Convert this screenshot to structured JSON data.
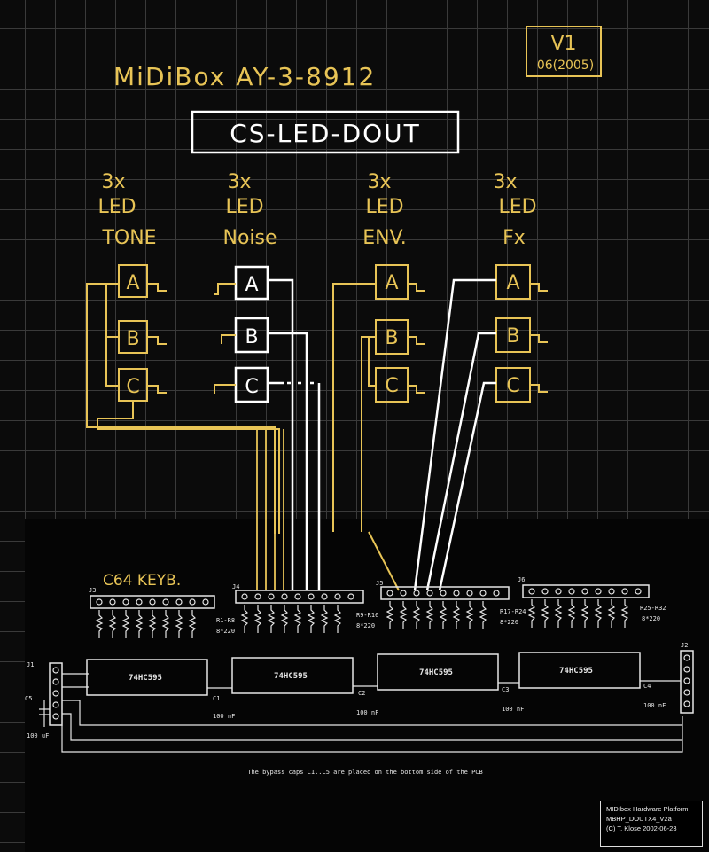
{
  "title": "MiDiBox AY-3-8912",
  "module": "CS-LED-DOUT",
  "version": {
    "line1": "V1",
    "line2": "06(2005)"
  },
  "groups": [
    {
      "count": "3x",
      "type": "LED",
      "name": "TONE"
    },
    {
      "count": "3x",
      "type": "LED",
      "name": "Noise"
    },
    {
      "count": "3x",
      "type": "LED",
      "name": "ENV."
    },
    {
      "count": "3x",
      "type": "LED",
      "name": "Fx"
    }
  ],
  "leds": [
    "A",
    "B",
    "C"
  ],
  "colors": {
    "handwriting": "#e8c456",
    "wire_white": "#ffffff",
    "grid": "#3a3a3a"
  },
  "pcb": {
    "c64_label": "C64 KEYB.",
    "connectors": [
      "J3",
      "J4",
      "J5",
      "J6",
      "J1",
      "J2"
    ],
    "chips": [
      "74HC595",
      "74HC595",
      "74HC595",
      "74HC595"
    ],
    "resistors": [
      {
        "ref": "R1-R8",
        "value": "8*220"
      },
      {
        "ref": "R9-R16",
        "value": "8*220"
      },
      {
        "ref": "R17-R24",
        "value": "8*220"
      },
      {
        "ref": "R25-R32",
        "value": "8*220"
      }
    ],
    "caps": [
      {
        "ref": "C1",
        "value": "100 nF"
      },
      {
        "ref": "C2",
        "value": "100 nF"
      },
      {
        "ref": "C3",
        "value": "100 nF"
      },
      {
        "ref": "C4",
        "value": "100 nF"
      },
      {
        "ref": "C5",
        "value": "100 uF"
      }
    ],
    "note": "The bypass caps C1..C5 are placed on the bottom side of the PCB",
    "platform": {
      "line1": "MIDIbox Hardware Platform",
      "line2": "MBHP_DOUTX4_V2a",
      "line3": "(C) T. Klose 2002-06-23"
    }
  }
}
